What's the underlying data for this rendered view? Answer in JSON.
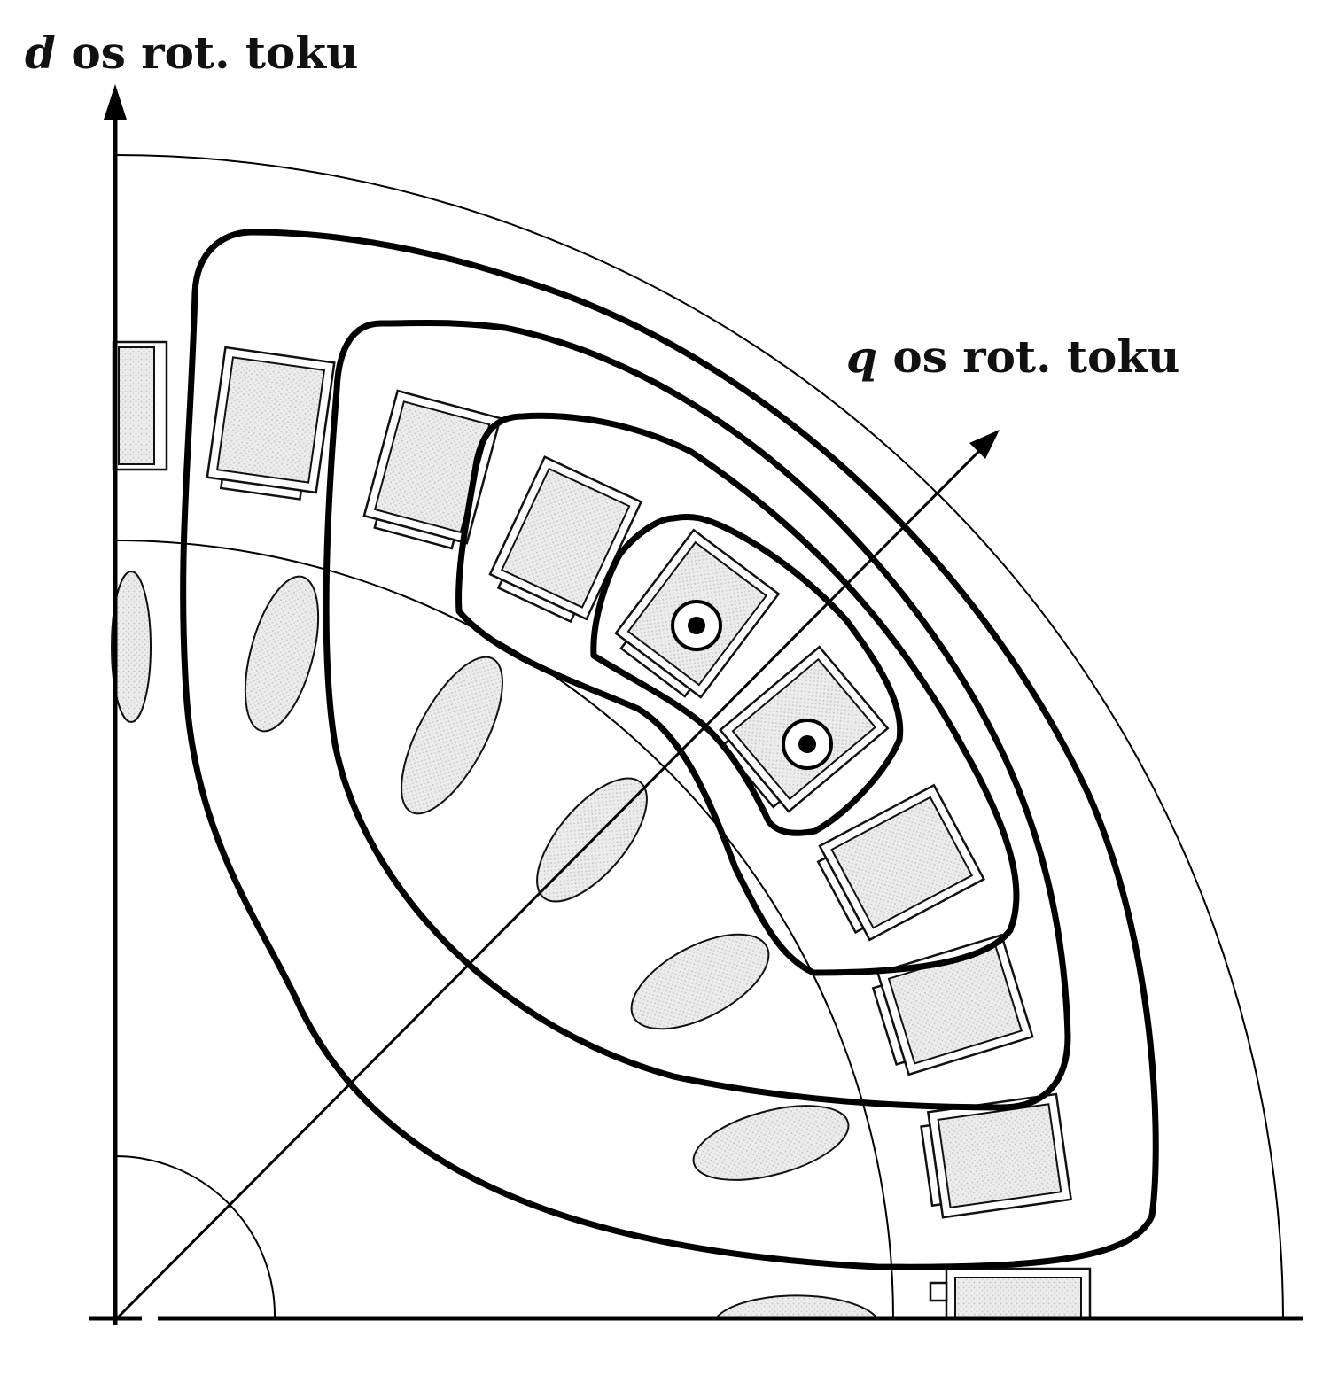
{
  "labels": {
    "d_axis_var": "d",
    "d_axis_text": " os rot. toku",
    "q_axis_var": "q",
    "q_axis_text": " os rot. toku"
  },
  "colors": {
    "line": "#000000",
    "shading": "#e2e2e2",
    "background": "#ffffff"
  },
  "icons": {
    "current_out_of_page": "dot-in-circle-icon"
  }
}
